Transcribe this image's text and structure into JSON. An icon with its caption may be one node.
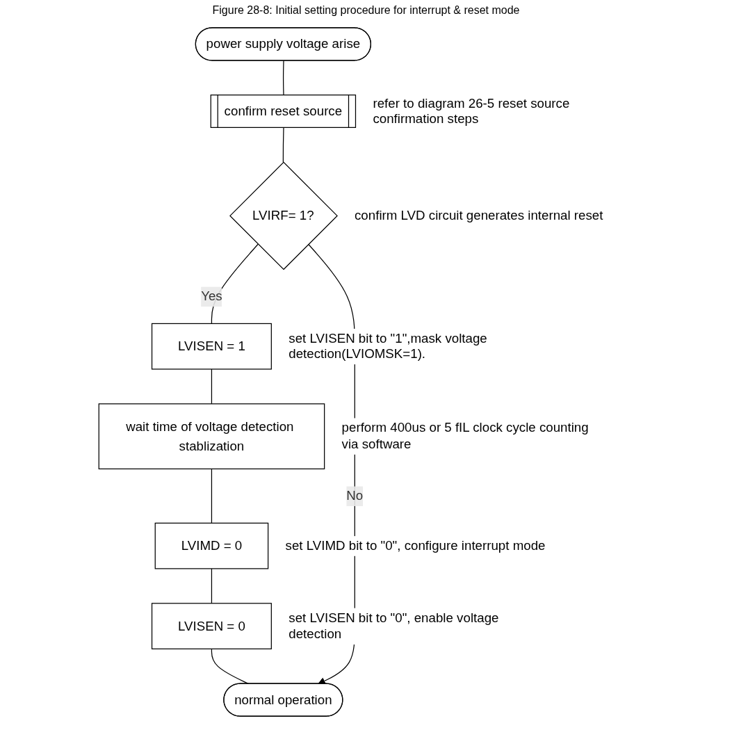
{
  "diagram": {
    "title": "Figure 28-8: Initial setting procedure for interrupt & reset mode",
    "nodes": [
      {
        "text": [
          "power supply voltage arise"
        ]
      },
      {
        "text": [
          "confirm reset source"
        ],
        "beside": [
          "refer to diagram 26-5 reset source confirmation steps"
        ]
      },
      {
        "text": [
          "LVIRF= 1?"
        ],
        "beside": [
          "confirm LVD circuit generates internal reset"
        ]
      },
      {
        "text": [
          "LVISEN = 1"
        ],
        "beside": [
          "set LVISEN bit to \"1\",mask voltage detection(LVIOMSK=1)."
        ]
      },
      {
        "text": [
          "wait time of voltage detection stablization"
        ],
        "beside": [
          "perform 400us or 5 fIL clock cycle counting via software"
        ]
      },
      {
        "text": [
          "LVIMD = 0"
        ],
        "beside": [
          "set LVIMD bit to \"0\", configure interrupt mode"
        ]
      },
      {
        "text": [
          "LVISEN = 0"
        ],
        "beside": [
          "set LVISEN bit to \"0\", enable voltage detection"
        ]
      },
      {
        "text": [
          "normal operation"
        ]
      }
    ],
    "edges": [
      {
        "from": 0,
        "to": 1,
        "arrow": "none"
      },
      {
        "from": 1,
        "to": 2,
        "arrow": "none"
      },
      {
        "from": 2,
        "to": 3,
        "arrow": "none",
        "label": "Yes"
      },
      {
        "from": 3,
        "to": 4,
        "arrow": "none"
      },
      {
        "from": 4,
        "to": 5,
        "arrow": "none"
      },
      {
        "from": 5,
        "to": 6,
        "arrow": "none"
      },
      {
        "from": 6,
        "to": 7,
        "arrow": "none"
      },
      {
        "from": 2,
        "to": 7,
        "arrow": "to",
        "label": "No"
      }
    ]
  }
}
